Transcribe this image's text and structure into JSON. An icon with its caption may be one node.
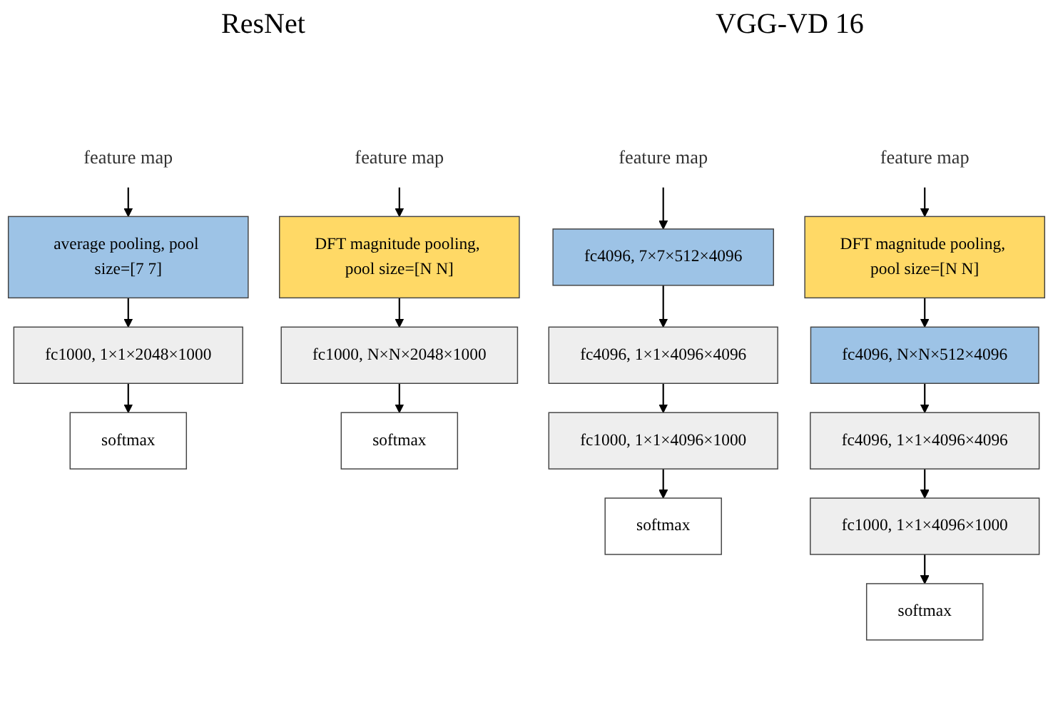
{
  "diagram": {
    "nodes": [
      {
        "text": [
          "feature map"
        ]
      },
      {
        "text": [
          "average pooling, pool size=[7 7]"
        ]
      },
      {
        "text": [
          "fc1000, 1×1×2048×1000"
        ]
      },
      {
        "text": [
          "softmax"
        ]
      },
      {
        "text": [
          "feature map"
        ]
      },
      {
        "text": [
          "DFT magnitude pooling, pool size=[N N]"
        ]
      },
      {
        "text": [
          "fc1000, N×N×2048×1000"
        ]
      },
      {
        "text": [
          "softmax"
        ]
      },
      {
        "text": [
          "feature map"
        ]
      },
      {
        "text": [
          "fc4096, 7×7×512×4096"
        ]
      },
      {
        "text": [
          "fc4096, 1×1×4096×4096"
        ]
      },
      {
        "text": [
          "fc1000, 1×1×4096×1000"
        ]
      },
      {
        "text": [
          "softmax"
        ]
      },
      {
        "text": [
          "feature map"
        ]
      },
      {
        "text": [
          "DFT magnitude pooling, pool size=[N N]"
        ]
      },
      {
        "text": [
          "fc4096, N×N×512×4096"
        ]
      },
      {
        "text": [
          "fc4096, 1×1×4096×4096"
        ]
      },
      {
        "text": [
          "fc1000, 1×1×4096×1000"
        ]
      },
      {
        "text": [
          "softmax"
        ]
      }
    ],
    "edges": [
      {
        "from": 0,
        "to": 1,
        "arrow": "to"
      },
      {
        "from": 1,
        "to": 2,
        "arrow": "to"
      },
      {
        "from": 2,
        "to": 3,
        "arrow": "to"
      },
      {
        "from": 4,
        "to": 5,
        "arrow": "to"
      },
      {
        "from": 5,
        "to": 6,
        "arrow": "to"
      },
      {
        "from": 6,
        "to": 7,
        "arrow": "to"
      },
      {
        "from": 8,
        "to": 9,
        "arrow": "to"
      },
      {
        "from": 9,
        "to": 10,
        "arrow": "to"
      },
      {
        "from": 10,
        "to": 11,
        "arrow": "to"
      },
      {
        "from": 11,
        "to": 12,
        "arrow": "to"
      },
      {
        "from": 13,
        "to": 14,
        "arrow": "to"
      },
      {
        "from": 14,
        "to": 15,
        "arrow": "to"
      },
      {
        "from": 15,
        "to": 16,
        "arrow": "to"
      },
      {
        "from": 16,
        "to": 17,
        "arrow": "to"
      },
      {
        "from": 17,
        "to": 18,
        "arrow": "to"
      }
    ],
    "labels": [
      "ResNet",
      "VGG-VD 16"
    ]
  }
}
